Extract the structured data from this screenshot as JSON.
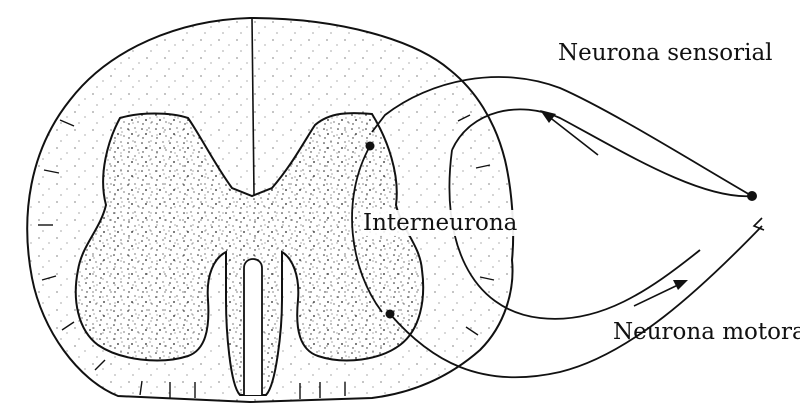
{
  "labels": {
    "sensory_neuron": "Neurona sensorial",
    "interneuron": "Interneurona",
    "motor_neuron": "Neurona motora"
  },
  "colors": {
    "ink": "#111111",
    "background": "#ffffff"
  }
}
